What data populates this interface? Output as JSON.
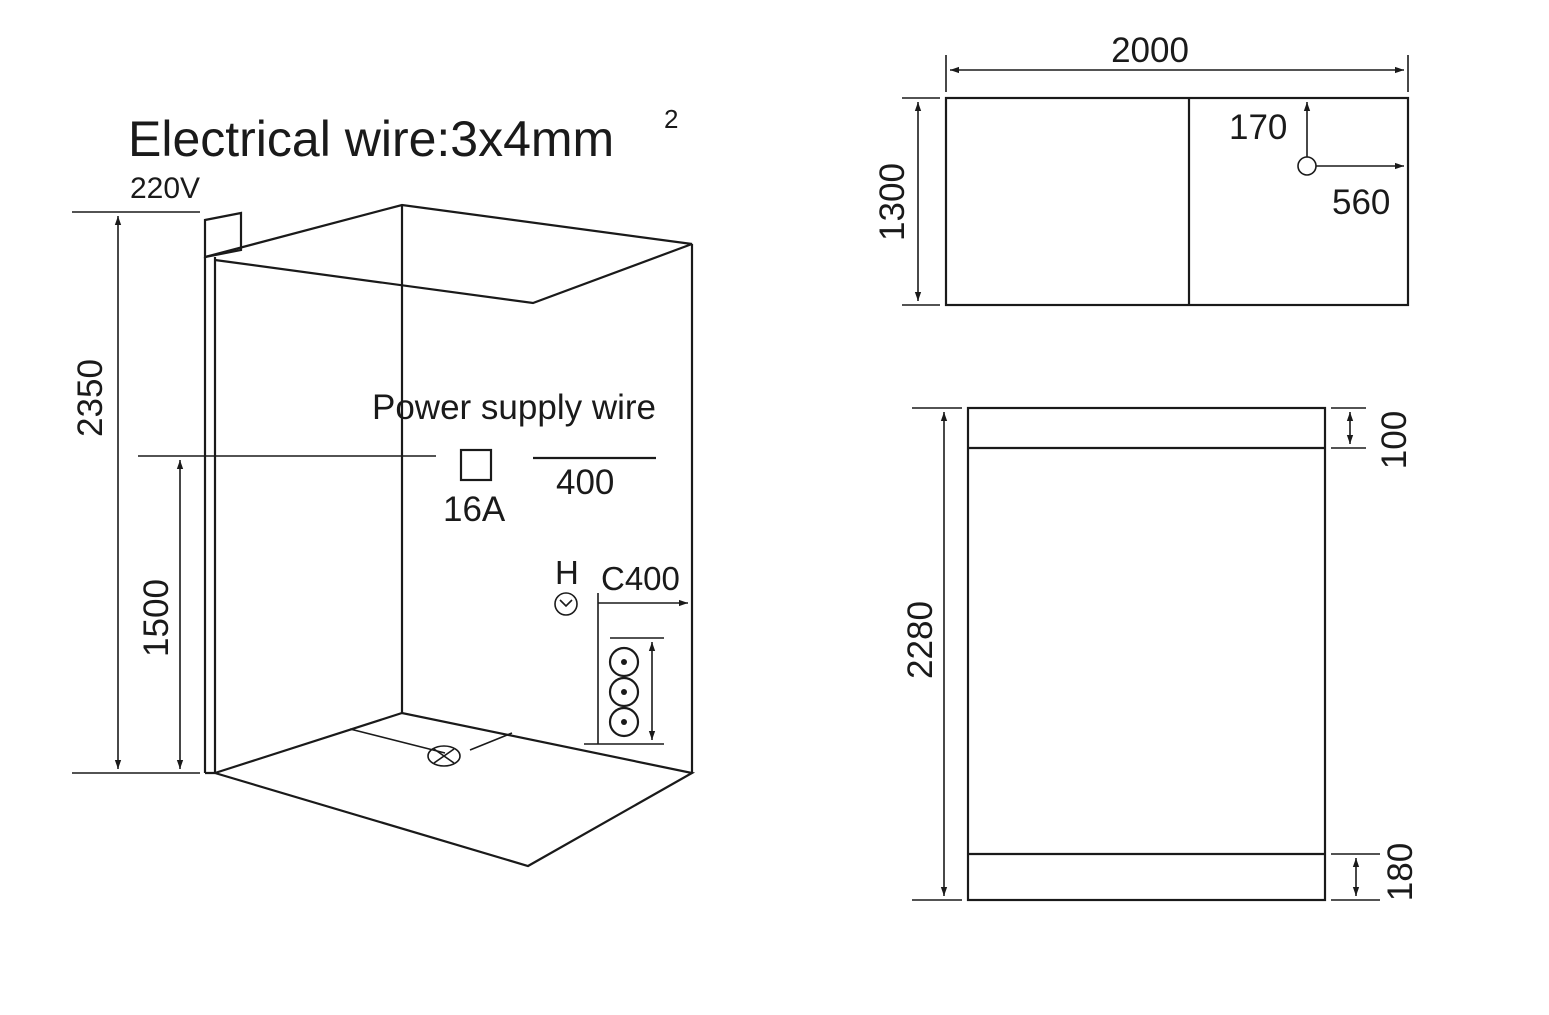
{
  "title": {
    "prefix": "Electrical wire:3x4mm",
    "superscript": "2",
    "voltage": "220V"
  },
  "labels": {
    "power_supply": "Power supply wire",
    "breaker": "16A",
    "socket_offset": "400",
    "hot_water": "H",
    "cold_water": "C400"
  },
  "dimensions": {
    "total_height": "2350",
    "socket_height": "1500",
    "top_width": "2000",
    "top_depth": "1300",
    "drain_y": "170",
    "drain_x": "560",
    "front_height": "2280",
    "top_band": "100",
    "bottom_band": "180"
  }
}
